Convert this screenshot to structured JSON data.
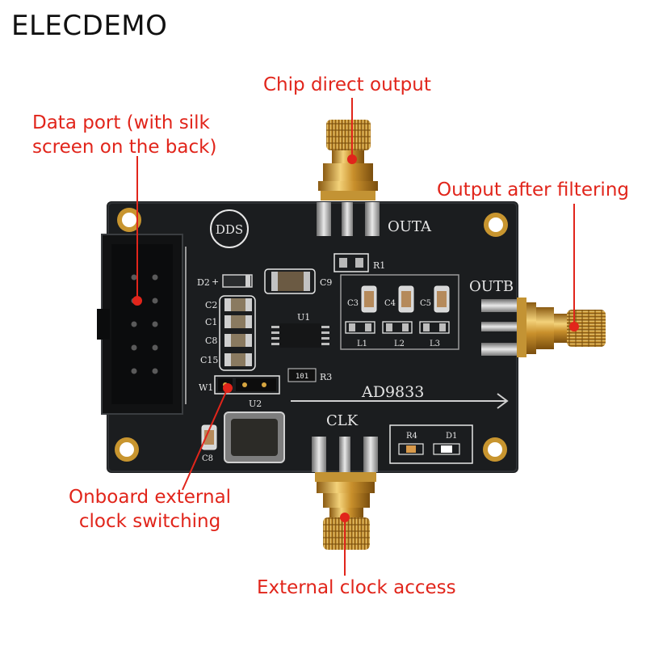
{
  "brand": "ELECDEMO",
  "annotations": {
    "chip_direct_output": "Chip direct output",
    "data_port": [
      "Data port (with silk",
      "screen on the back)"
    ],
    "output_after_filtering": "Output after filtering",
    "onboard_clock_switching": [
      "Onboard external",
      "clock switching"
    ],
    "external_clock_access": "External clock access"
  },
  "board": {
    "logo": "DDS",
    "chip": "AD9833",
    "outputs": {
      "a": "OUTA",
      "b": "OUTB",
      "clock": "CLK"
    },
    "silkscreen": {
      "d2": "D2",
      "d2_plus": "+",
      "c9": "C9",
      "c2": "C2",
      "c1": "C1",
      "c8a": "C8",
      "c15": "C15",
      "u1": "U1",
      "r3": "R3",
      "r3_code": "101",
      "w1": "W1",
      "u2": "U2",
      "c8b": "C8",
      "r4": "R4",
      "d1": "D1",
      "r1": "R1",
      "c3": "C3",
      "c4": "C4",
      "c5": "C5",
      "l1": "L1",
      "l2": "L2",
      "l3": "L3"
    }
  },
  "colors": {
    "annotation": "#e1251b",
    "board": "#1b1d1f",
    "silkscreen": "#e6e6e6",
    "gold": "#d8a640",
    "background": "#ffffff"
  }
}
